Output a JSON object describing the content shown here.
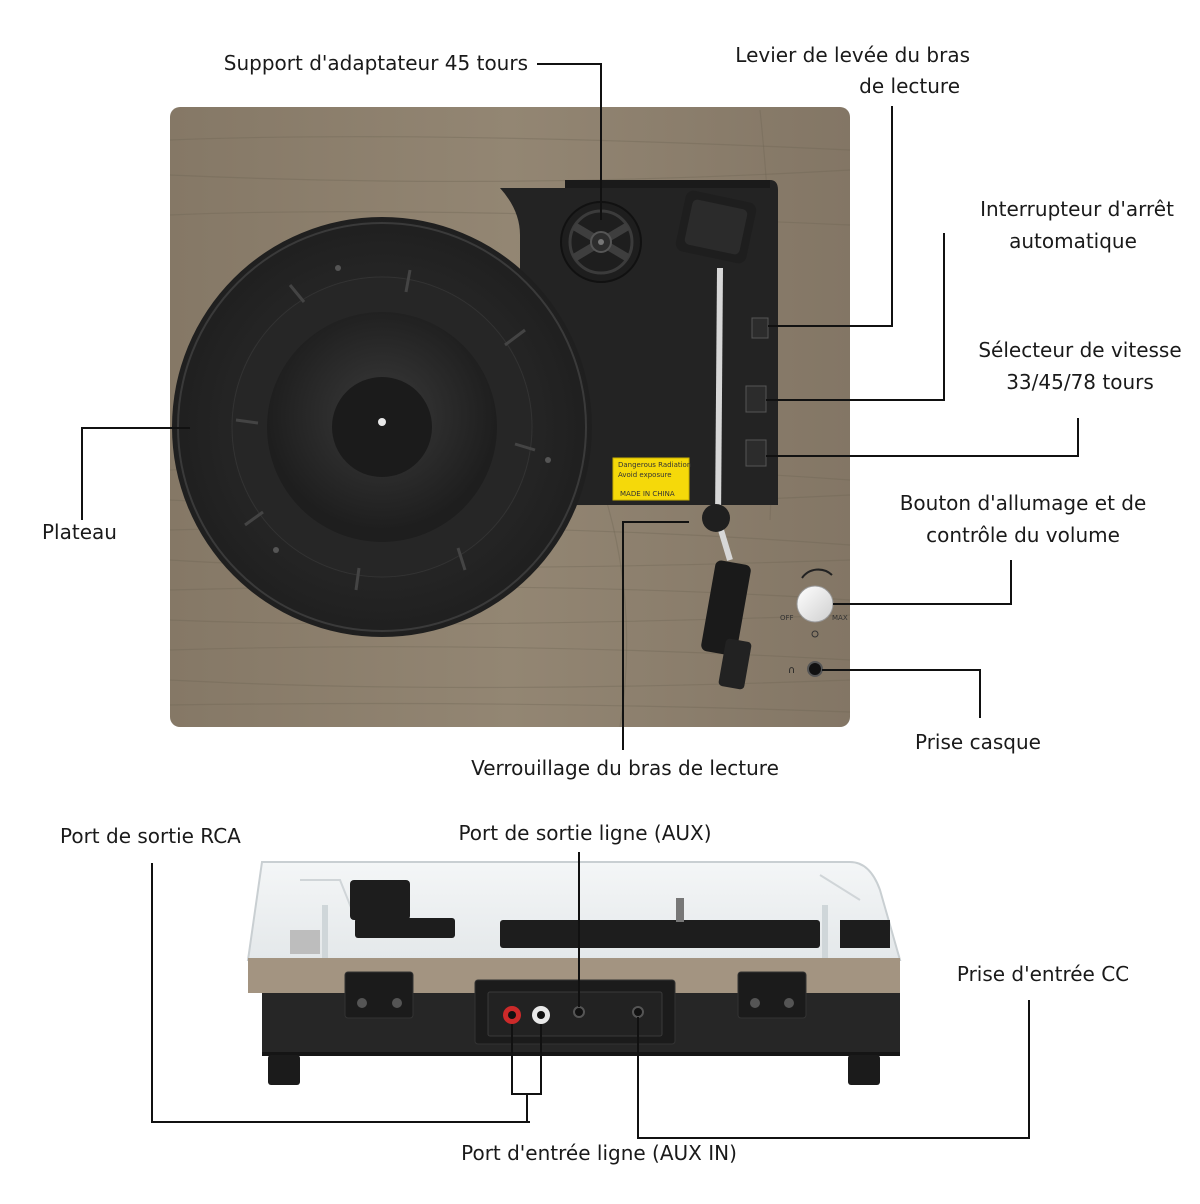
{
  "labels": {
    "adapter_holder": "Support d'adaptateur 45 tours",
    "tonearm_lift_lever_line1": "Levier de levée du bras",
    "tonearm_lift_lever_line2": "de lecture",
    "auto_stop_line1": "Interrupteur d'arrêt",
    "auto_stop_line2": "automatique",
    "speed_selector_line1": "Sélecteur de vitesse",
    "speed_selector_line2": "33/45/78 tours",
    "power_volume_line1": "Bouton d'allumage et de",
    "power_volume_line2": "contrôle du volume",
    "platter": "Plateau",
    "headphone_jack": "Prise casque",
    "tonearm_lock": "Verrouillage du bras de lecture",
    "rca_out": "Port de sortie RCA",
    "line_out": "Port de sortie ligne (AUX)",
    "dc_in": "Prise d'entrée CC",
    "line_in": "Port d'entrée ligne (AUX IN)"
  },
  "device_text": {
    "knob_off": "OFF",
    "knob_max": "MAX",
    "sticker_line1": "Dangerous Radiation",
    "sticker_line2": "Avoid exposure",
    "sticker_made_in": "MADE IN CHINA"
  },
  "colors": {
    "wood": "#8a7d6c",
    "platter": "#2a2a2a",
    "plate": "#222222",
    "sticker": "#f5d90a",
    "rca_red": "#cc2a2a"
  }
}
